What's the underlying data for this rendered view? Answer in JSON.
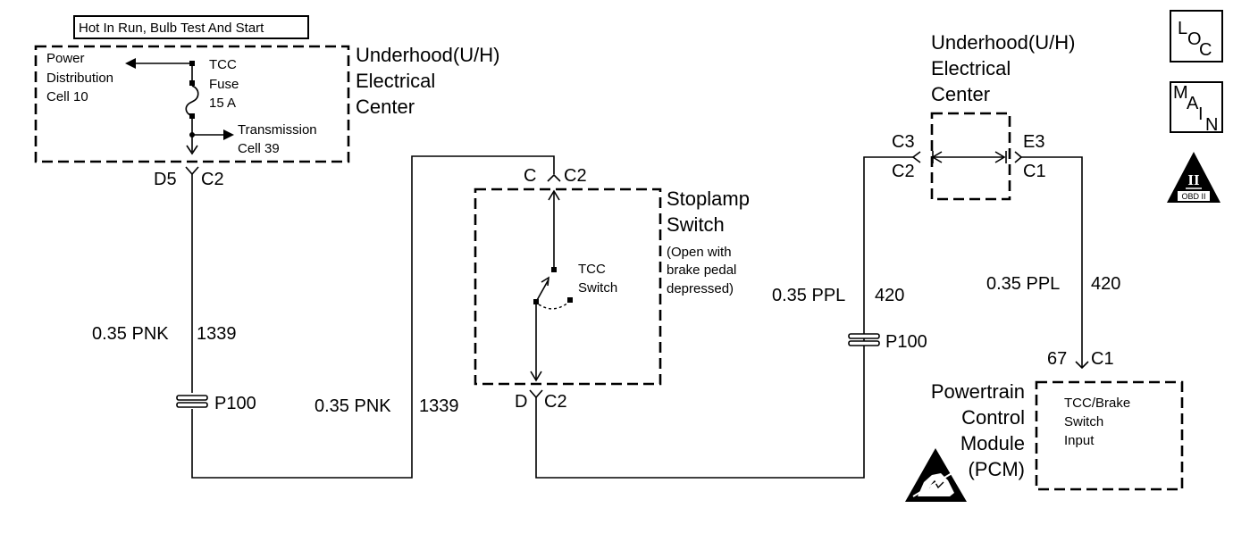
{
  "header_box": "Hot In Run, Bulb Test And Start",
  "uh_center_left": {
    "title": [
      "Underhood(U/H)",
      "Electrical",
      "Center"
    ],
    "power_dist": [
      "Power",
      "Distribution",
      "Cell 10"
    ],
    "fuse": [
      "TCC",
      "Fuse",
      "15 A"
    ],
    "transmission": [
      "Transmission",
      "Cell 39"
    ]
  },
  "connector_d5": {
    "pin": "D5",
    "conn": "C2"
  },
  "wire_pnk_left": {
    "size_color": "0.35 PNK",
    "circuit": "1339"
  },
  "splice_left": "P100",
  "wire_pnk_mid": {
    "size_color": "0.35 PNK",
    "circuit": "1339"
  },
  "stoplamp": {
    "top_pin": "C",
    "top_conn": "C2",
    "title": [
      "Stoplamp",
      "Switch"
    ],
    "note": [
      "(Open with",
      "brake pedal",
      "depressed)"
    ],
    "switch_label": [
      "TCC",
      "Switch"
    ],
    "bottom_pin": "D",
    "bottom_conn": "C2"
  },
  "wire_ppl_left": {
    "size_color": "0.35 PPL",
    "circuit": "420"
  },
  "splice_right": "P100",
  "uh_center_right": {
    "title": [
      "Underhood(U/H)",
      "Electrical",
      "Center"
    ],
    "c3": "C3",
    "c2": "C2",
    "e3": "E3",
    "c1": "C1"
  },
  "wire_ppl_right": {
    "size_color": "0.35 PPL",
    "circuit": "420"
  },
  "pcm_connector": {
    "pin": "67",
    "conn": "C1"
  },
  "pcm": {
    "title": [
      "Powertrain",
      "Control",
      "Module",
      "(PCM)"
    ],
    "input": [
      "TCC/Brake",
      "Switch",
      "Input"
    ]
  },
  "icons": {
    "loc": {
      "l": "L",
      "o": "O",
      "c": "C"
    },
    "main": {
      "m": "M",
      "a": "A",
      "i": "I",
      "n": "N"
    },
    "obd": {
      "numeral": "II",
      "label": "OBD II"
    }
  }
}
